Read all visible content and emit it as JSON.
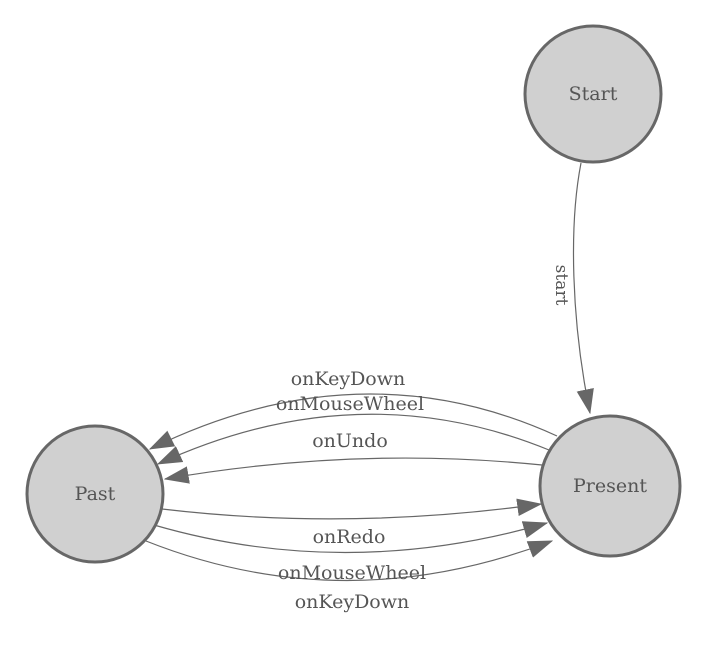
{
  "diagram": {
    "type": "state-diagram",
    "nodes": [
      {
        "id": "start",
        "label": "Start"
      },
      {
        "id": "present",
        "label": "Present"
      },
      {
        "id": "past",
        "label": "Past"
      }
    ],
    "edges": [
      {
        "from": "start",
        "to": "present",
        "label": "start"
      },
      {
        "from": "present",
        "to": "past",
        "label": "onKeyDown"
      },
      {
        "from": "present",
        "to": "past",
        "label": "onMouseWheel"
      },
      {
        "from": "present",
        "to": "past",
        "label": "onUndo"
      },
      {
        "from": "past",
        "to": "present",
        "label": "onRedo"
      },
      {
        "from": "past",
        "to": "present",
        "label": "onMouseWheel"
      },
      {
        "from": "past",
        "to": "present",
        "label": "onKeyDown"
      }
    ],
    "colors": {
      "background": "#ffffff",
      "node_fill": "#d0d0d0",
      "node_border": "#676767",
      "edge": "#676767",
      "text": "#555555"
    }
  }
}
